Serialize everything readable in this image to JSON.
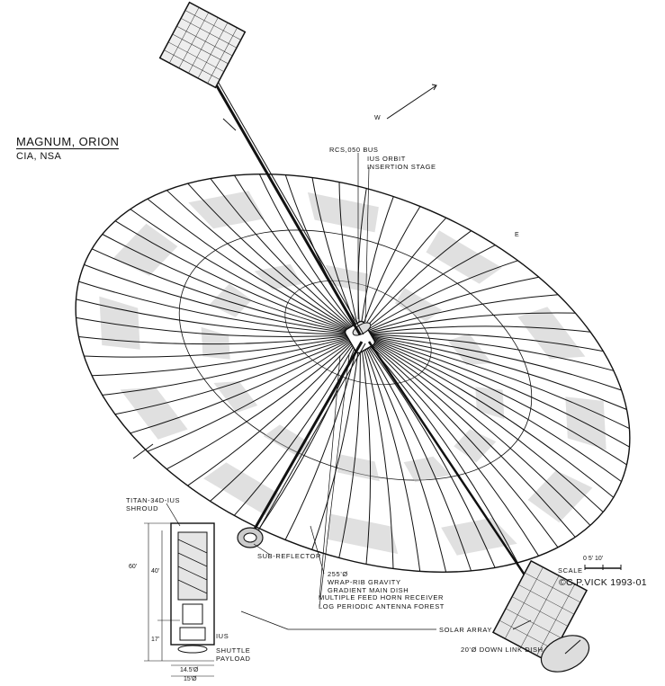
{
  "title": "MAGNUM, ORION",
  "subtitle": "CIA, NSA",
  "labels": {
    "rcs_bus": "RCS,050 BUS",
    "ius_stage": "IUS ORBIT\nINSERTION STAGE",
    "shroud": "TITAN-34D-IUS\nSHROUD",
    "subreflector": "SUB-REFLECTOR",
    "main_dish": "255'Ø\nWRAP-RIB GRAVITY\nGRADIENT MAIN DISH",
    "feed_horn": "MULTIPLE FEED HORN RECEIVER",
    "lpa_forest": "LOG PERIODIC ANTENNA FOREST",
    "solar_array": "SOLAR ARRAY",
    "downlink": "20'Ø DOWN LINK DISH",
    "shuttle": "SHUTTLE\nPAYLOAD",
    "ius": "IUS",
    "scale": "SCALE",
    "scale_ticks": "0  5'  10'",
    "credit": "©C.P.VICK 1993-01",
    "dim_60": "60'",
    "dim_40": "40'",
    "dim_17": "17'",
    "dim_145": "14.5'Ø",
    "dim_15": "15'Ø",
    "dir_w": "W",
    "dir_e": "E"
  },
  "colors": {
    "ink": "#111111",
    "paper": "#ffffff",
    "shade": "#555555"
  }
}
